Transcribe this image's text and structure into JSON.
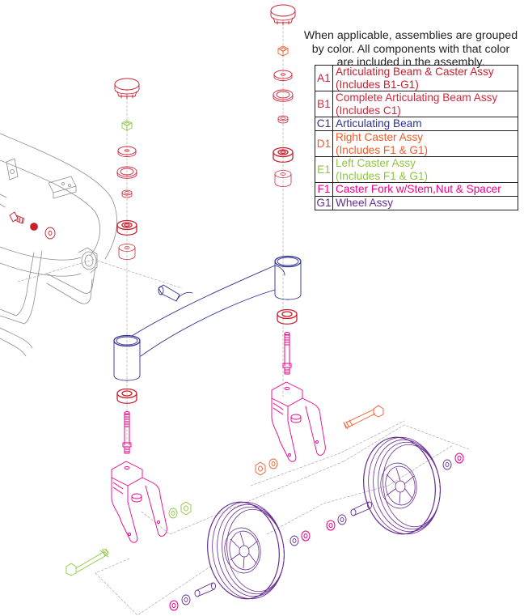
{
  "title": "Articulating Beam & Caster Assembly - Exploded View",
  "note": {
    "lines": [
      "When applicable, assemblies are grouped",
      "by color. All components with that color",
      "are included in the assembly."
    ]
  },
  "colors": {
    "frame": "#9a9a9a",
    "guide": "#9e9e9e",
    "text": "#231f20",
    "A1": "#c8202f",
    "B1": "#d2263a",
    "C1": "#2e3192",
    "D1": "#f15a29",
    "E1": "#8dc63f",
    "F1": "#ec008c",
    "G1": "#662d91"
  },
  "legend": [
    {
      "code": "A1",
      "desc": [
        "Articulating Beam & Caster Assy",
        "(Includes B1-G1)"
      ],
      "color": "#c8202f"
    },
    {
      "code": "B1",
      "desc": [
        "Complete Articulating Beam Assy",
        "(Includes C1)"
      ],
      "color": "#d2263a"
    },
    {
      "code": "C1",
      "desc": [
        "Articulating Beam"
      ],
      "color": "#2e3192"
    },
    {
      "code": "D1",
      "desc": [
        "Right Caster Assy",
        "(Includes F1 & G1)"
      ],
      "color": "#f15a29"
    },
    {
      "code": "E1",
      "desc": [
        "Left Caster Assy",
        "(Includes F1 & G1)"
      ],
      "color": "#8dc63f"
    },
    {
      "code": "F1",
      "desc": [
        "Caster Fork w/Stem,Nut & Spacer"
      ],
      "color": "#ec008c"
    },
    {
      "code": "G1",
      "desc": [
        "Wheel Assy"
      ],
      "color": "#662d91"
    }
  ],
  "parts": [
    {
      "id": "left-cap",
      "group": "B1"
    },
    {
      "id": "left-nut",
      "group": "E1"
    },
    {
      "id": "left-washer-flat",
      "group": "B1"
    },
    {
      "id": "left-washer-ring",
      "group": "B1"
    },
    {
      "id": "left-small-bearing",
      "group": "B1"
    },
    {
      "id": "left-bearing",
      "group": "B1"
    },
    {
      "id": "left-spacer",
      "group": "B1"
    },
    {
      "id": "right-cap",
      "group": "B1"
    },
    {
      "id": "right-nut",
      "group": "D1"
    },
    {
      "id": "right-washer-flat",
      "group": "B1"
    },
    {
      "id": "right-washer-ring",
      "group": "B1"
    },
    {
      "id": "right-small-bearing",
      "group": "B1"
    },
    {
      "id": "right-bearing",
      "group": "B1"
    },
    {
      "id": "right-spacer",
      "group": "B1"
    },
    {
      "id": "pivot-bolt",
      "group": "A1"
    },
    {
      "id": "pivot-lock-washer",
      "group": "A1"
    },
    {
      "id": "pivot-washer",
      "group": "A1"
    },
    {
      "id": "articulating-beam",
      "group": "C1"
    },
    {
      "id": "left-lower-bearing",
      "group": "B1"
    },
    {
      "id": "right-lower-bearing",
      "group": "B1"
    },
    {
      "id": "left-fork-stem",
      "group": "F1"
    },
    {
      "id": "right-fork-stem",
      "group": "F1"
    },
    {
      "id": "left-caster-fork",
      "group": "F1"
    },
    {
      "id": "right-caster-fork",
      "group": "F1"
    },
    {
      "id": "left-axle-bolt",
      "group": "E1"
    },
    {
      "id": "left-axle-washer",
      "group": "E1"
    },
    {
      "id": "left-axle-nut",
      "group": "E1"
    },
    {
      "id": "right-axle-bolt",
      "group": "D1"
    },
    {
      "id": "right-axle-washer",
      "group": "D1"
    },
    {
      "id": "right-axle-nut",
      "group": "D1"
    },
    {
      "id": "left-wheel",
      "group": "G1"
    },
    {
      "id": "right-wheel",
      "group": "G1"
    },
    {
      "id": "left-wheel-spacer-tube",
      "group": "G1"
    },
    {
      "id": "right-wheel-spacer-tube",
      "group": "G1"
    },
    {
      "id": "wheel-bearings",
      "group": "G1"
    },
    {
      "id": "fork-spacers",
      "group": "F1"
    }
  ]
}
